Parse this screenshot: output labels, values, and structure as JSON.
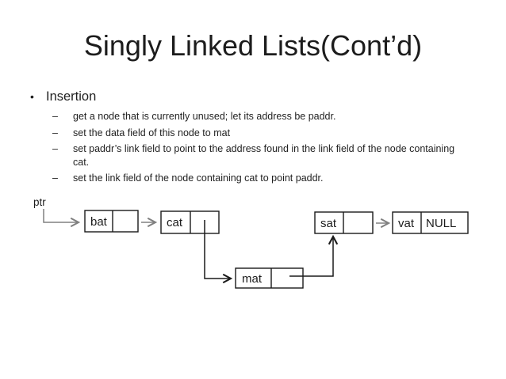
{
  "slide": {
    "title": "Singly Linked Lists(Cont’d)",
    "bullet": {
      "marker": "•",
      "label": "Insertion",
      "sub_marker": "–",
      "items": [
        "get a node that is currently unused; let its address be paddr.",
        "set the data field of this node to mat",
        "set paddr’s link field to point to the address found in the link field of the node containing cat.",
        "set the link field of the node containing cat to point paddr."
      ]
    }
  },
  "diagram": {
    "pointer_label": "ptr",
    "nodes": [
      {
        "data": "bat",
        "link_points_to": "cat"
      },
      {
        "data": "cat",
        "link_points_to": "mat"
      },
      {
        "data": "mat",
        "link_points_to": "sat"
      },
      {
        "data": "sat",
        "link_points_to": "vat"
      },
      {
        "data": "vat",
        "link_value": "NULL"
      }
    ],
    "colors": {
      "background": "#ffffff",
      "box_border": "#1a1a1a",
      "arrow_gray": "#808080",
      "arrow_dark": "#1a1a1a",
      "text": "#1c1c1c"
    }
  }
}
